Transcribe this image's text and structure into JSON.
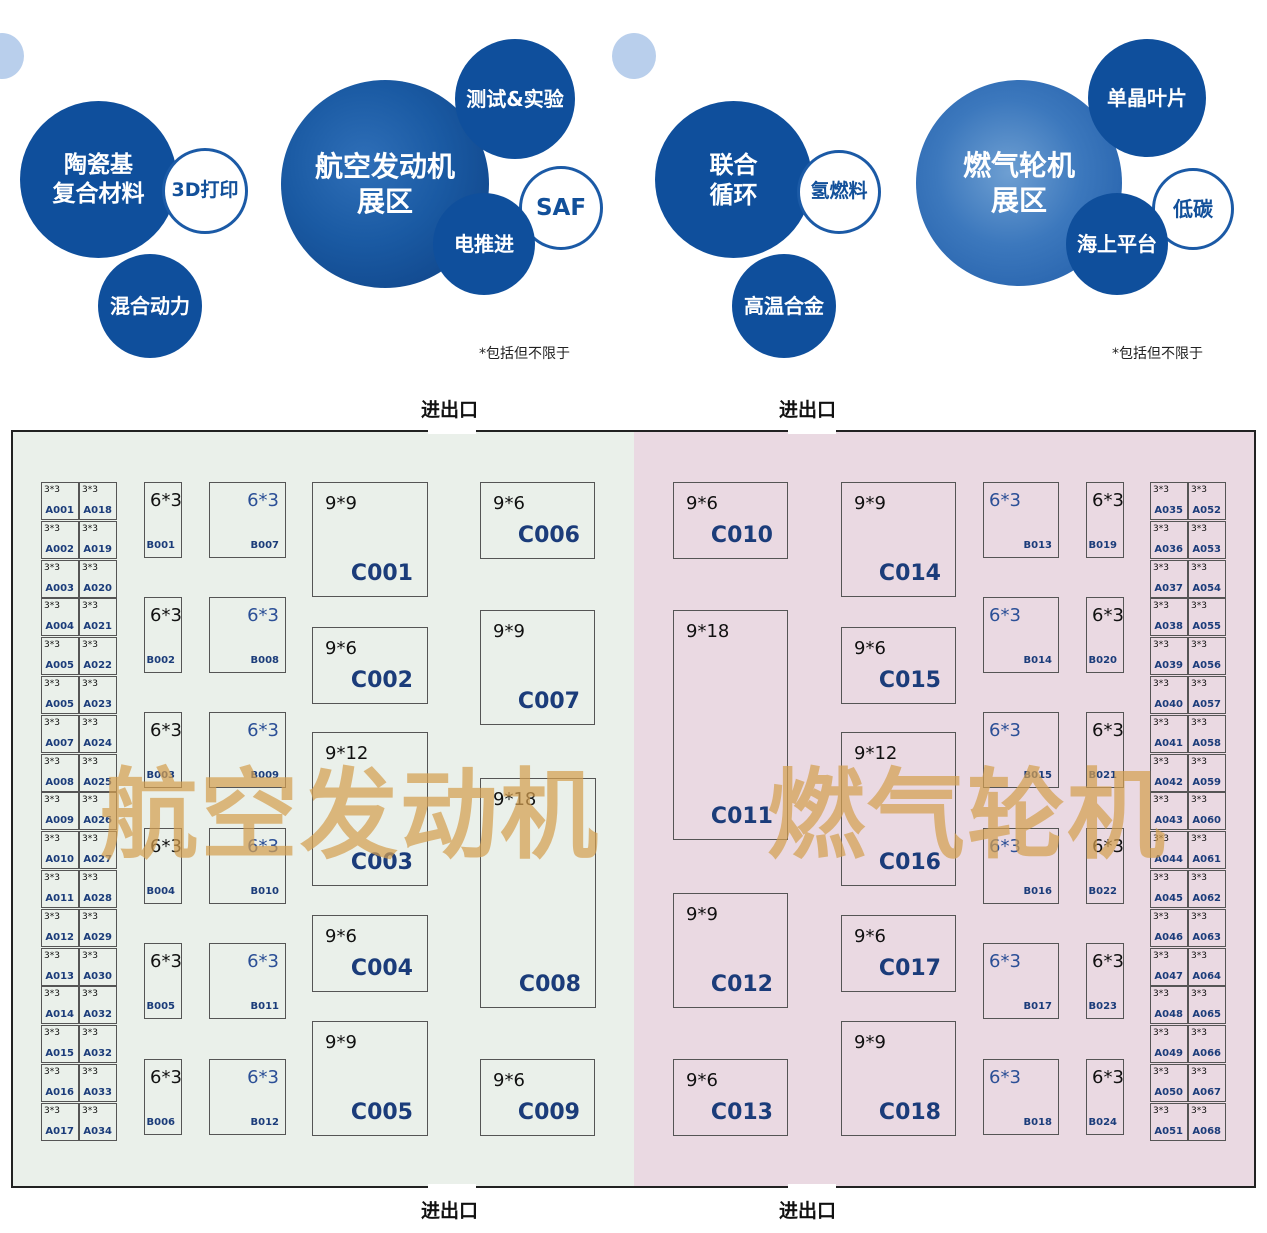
{
  "top_left": {
    "hero": "航空发动机\n展区",
    "bubbles": [
      "陶瓷基\n复合材料",
      "3D打印",
      "混合动力",
      "测试&实验",
      "SAF",
      "电推进"
    ],
    "note": "*包括但不限于"
  },
  "top_right": {
    "hero": "燃气轮机\n展区",
    "bubbles": [
      "联合\n循环",
      "氢燃料",
      "高温合金",
      "单晶叶片",
      "低碳",
      "海上平台"
    ],
    "note": "*包括但不限于"
  },
  "gate_label": "进出口",
  "halls": {
    "left": {
      "name": "航空发动机",
      "bg": "#eaf0ea"
    },
    "right": {
      "name": "燃气轮机",
      "bg": "#ead9e2"
    }
  },
  "colors": {
    "accent": "#0f4f9c",
    "booth_id": "#1b3c7a",
    "watermark": "#d4a050"
  },
  "booths": {
    "A": [
      "A001",
      "A002",
      "A003",
      "A004",
      "A005",
      "A005",
      "A007",
      "A008",
      "A009",
      "A010",
      "A011",
      "A012",
      "A013",
      "A014",
      "A015",
      "A016",
      "A017",
      "A018",
      "A019",
      "A020",
      "A021",
      "A022",
      "A023",
      "A024",
      "A025",
      "A026",
      "A027",
      "A028",
      "A029",
      "A030",
      "A032",
      "A032",
      "A033",
      "A034",
      "A035",
      "A036",
      "A037",
      "A038",
      "A039",
      "A040",
      "A041",
      "A042",
      "A043",
      "A044",
      "A045",
      "A046",
      "A047",
      "A048",
      "A049",
      "A050",
      "A051",
      "A052",
      "A053",
      "A054",
      "A055",
      "A056",
      "A057",
      "A058",
      "A059",
      "A060",
      "A061",
      "A062",
      "A063",
      "A064",
      "A065",
      "A066",
      "A067",
      "A068"
    ],
    "A_size": "3*3",
    "B": [
      {
        "id": "B001",
        "size": "6*3"
      },
      {
        "id": "B002",
        "size": "6*3"
      },
      {
        "id": "B003",
        "size": "6*3"
      },
      {
        "id": "B004",
        "size": "6*3"
      },
      {
        "id": "B005",
        "size": "6*3"
      },
      {
        "id": "B006",
        "size": "6*3"
      },
      {
        "id": "B007",
        "size": "6*3"
      },
      {
        "id": "B008",
        "size": "6*3"
      },
      {
        "id": "B009",
        "size": "6*3"
      },
      {
        "id": "B010",
        "size": "6*3"
      },
      {
        "id": "B011",
        "size": "6*3"
      },
      {
        "id": "B012",
        "size": "6*3"
      },
      {
        "id": "B013",
        "size": "6*3"
      },
      {
        "id": "B014",
        "size": "6*3"
      },
      {
        "id": "B015",
        "size": "6*3"
      },
      {
        "id": "B016",
        "size": "6*3"
      },
      {
        "id": "B017",
        "size": "6*3"
      },
      {
        "id": "B018",
        "size": "6*3"
      },
      {
        "id": "B019",
        "size": "6*3"
      },
      {
        "id": "B020",
        "size": "6*3"
      },
      {
        "id": "B021",
        "size": "6*3"
      },
      {
        "id": "B022",
        "size": "6*3"
      },
      {
        "id": "B023",
        "size": "6*3"
      },
      {
        "id": "B024",
        "size": "6*3"
      }
    ],
    "C": [
      {
        "id": "C001",
        "size": "9*9"
      },
      {
        "id": "C002",
        "size": "9*6"
      },
      {
        "id": "C003",
        "size": "9*12"
      },
      {
        "id": "C004",
        "size": "9*6"
      },
      {
        "id": "C005",
        "size": "9*9"
      },
      {
        "id": "C006",
        "size": "9*6"
      },
      {
        "id": "C007",
        "size": "9*9"
      },
      {
        "id": "C008",
        "size": "9*18"
      },
      {
        "id": "C009",
        "size": "9*6"
      },
      {
        "id": "C010",
        "size": "9*6"
      },
      {
        "id": "C011",
        "size": "9*18"
      },
      {
        "id": "C012",
        "size": "9*9"
      },
      {
        "id": "C013",
        "size": "9*6"
      },
      {
        "id": "C014",
        "size": "9*9"
      },
      {
        "id": "C015",
        "size": "9*6"
      },
      {
        "id": "C016",
        "size": "9*12"
      },
      {
        "id": "C017",
        "size": "9*6"
      },
      {
        "id": "C018",
        "size": "9*9"
      }
    ]
  }
}
